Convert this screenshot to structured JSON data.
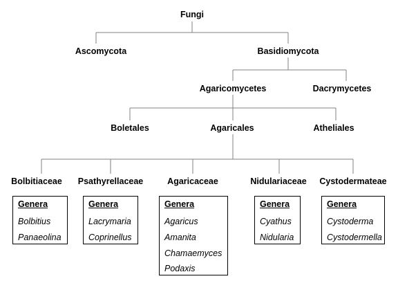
{
  "root": "Fungi",
  "phyla": [
    "Ascomycota",
    "Basidiomycota"
  ],
  "classes": [
    "Agaricomycetes",
    "Dacrymycetes"
  ],
  "orders": [
    "Boletales",
    "Agaricales",
    "Atheliales"
  ],
  "families": [
    {
      "name": "Bolbitiaceae",
      "genera_header": "Genera",
      "genera": [
        "Bolbitius",
        "Panaeolina"
      ]
    },
    {
      "name": "Psathyrellaceae",
      "genera_header": "Genera",
      "genera": [
        "Lacrymaria",
        "Coprinellus"
      ]
    },
    {
      "name": "Agaricaceae",
      "genera_header": "Genera",
      "genera": [
        "Agaricus",
        "Amanita",
        "Chamaemyces",
        "Podaxis"
      ]
    },
    {
      "name": "Nidulariaceae",
      "genera_header": "Genera",
      "genera": [
        "Cyathus",
        "Nidularia"
      ]
    },
    {
      "name": "Cystodermateae",
      "genera_header": "Genera",
      "genera": [
        "Cystoderma",
        "Cystodermella"
      ]
    }
  ],
  "line_color": "#808080"
}
